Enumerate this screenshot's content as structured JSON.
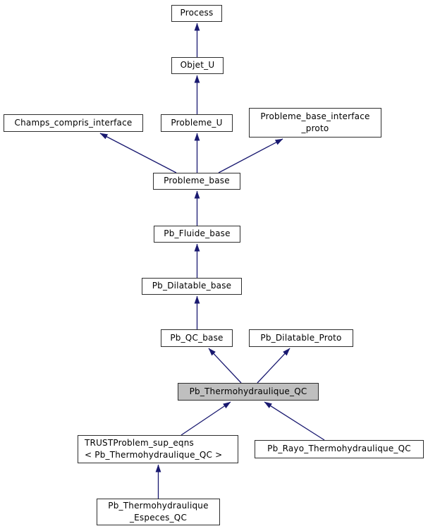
{
  "diagram": {
    "type": "class-inheritance-graph",
    "colors": {
      "background": "#ffffff",
      "edge": "#191970",
      "node_border": "#2e2e2e",
      "node_fill": "#ffffff",
      "highlight_fill": "#bfbfbf",
      "text": "#000000"
    },
    "nodes": {
      "process": {
        "label": "Process"
      },
      "objet_u": {
        "label": "Objet_U"
      },
      "champs_compris_interface": {
        "label": "Champs_compris_interface"
      },
      "probleme_u": {
        "label": "Probleme_U"
      },
      "probleme_base_interface_proto": {
        "label": "Probleme_base_interface\n_proto"
      },
      "probleme_base": {
        "label": "Probleme_base"
      },
      "pb_fluide_base": {
        "label": "Pb_Fluide_base"
      },
      "pb_dilatable_base": {
        "label": "Pb_Dilatable_base"
      },
      "pb_qc_base": {
        "label": "Pb_QC_base"
      },
      "pb_dilatable_proto": {
        "label": "Pb_Dilatable_Proto"
      },
      "pb_thermohydraulique_qc": {
        "label": "Pb_Thermohydraulique_QC",
        "highlighted": true
      },
      "trustproblem_sup_eqns": {
        "label": "TRUSTProblem_sup_eqns\n< Pb_Thermohydraulique_QC >"
      },
      "pb_rayo_thermohydraulique_qc": {
        "label": "Pb_Rayo_Thermohydraulique_QC"
      },
      "pb_thermohydraulique_especes_qc": {
        "label": "Pb_Thermohydraulique\n_Especes_QC"
      }
    },
    "edges": [
      {
        "from": "objet_u",
        "to": "process"
      },
      {
        "from": "probleme_u",
        "to": "objet_u"
      },
      {
        "from": "probleme_base",
        "to": "champs_compris_interface"
      },
      {
        "from": "probleme_base",
        "to": "probleme_u"
      },
      {
        "from": "probleme_base",
        "to": "probleme_base_interface_proto"
      },
      {
        "from": "pb_fluide_base",
        "to": "probleme_base"
      },
      {
        "from": "pb_dilatable_base",
        "to": "pb_fluide_base"
      },
      {
        "from": "pb_qc_base",
        "to": "pb_dilatable_base"
      },
      {
        "from": "pb_thermohydraulique_qc",
        "to": "pb_qc_base"
      },
      {
        "from": "pb_thermohydraulique_qc",
        "to": "pb_dilatable_proto"
      },
      {
        "from": "trustproblem_sup_eqns",
        "to": "pb_thermohydraulique_qc"
      },
      {
        "from": "pb_rayo_thermohydraulique_qc",
        "to": "pb_thermohydraulique_qc"
      },
      {
        "from": "pb_thermohydraulique_especes_qc",
        "to": "trustproblem_sup_eqns"
      }
    ]
  }
}
